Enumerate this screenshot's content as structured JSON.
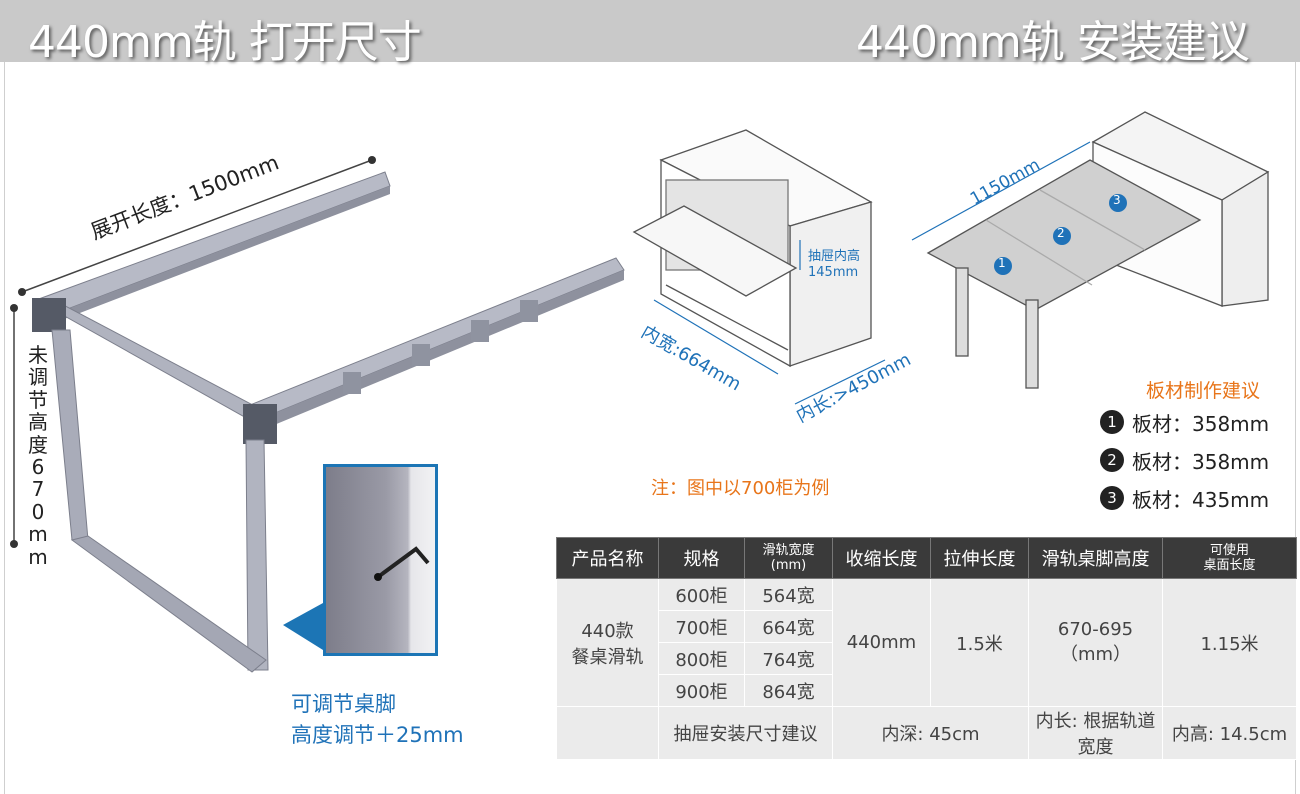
{
  "header": {
    "left_title": "440mm轨 打开尺寸",
    "right_title": "440mm轨 安装建议"
  },
  "left_diagram": {
    "expand_length": "展开长度：1500mm",
    "unadjusted_height_chars": [
      "未",
      "调",
      "节",
      "高",
      "度",
      "6",
      "7",
      "0",
      "m",
      "m"
    ],
    "adjustable_leg_title": "可调节桌脚",
    "adjustable_leg_range": "高度调节＋25mm"
  },
  "cabinet_diagram": {
    "drawer_height_label": "抽屉内高",
    "drawer_height_value": "145mm",
    "inner_width": "内宽:664mm",
    "inner_length": "内长:>450mm",
    "note": "注：图中以700柜为例"
  },
  "table_diagram": {
    "length": "1150mm",
    "markers": [
      "1",
      "2",
      "3"
    ]
  },
  "board_advice": {
    "title": "板材制作建议",
    "items": [
      {
        "num": "1",
        "text": "板材：358mm"
      },
      {
        "num": "2",
        "text": "板材：358mm"
      },
      {
        "num": "3",
        "text": "板材：435mm"
      }
    ]
  },
  "spec_table": {
    "headers": {
      "product": "产品名称",
      "spec": "规格",
      "rail_width": "滑轨宽度",
      "rail_width_unit": "(mm)",
      "retract": "收缩长度",
      "stretch": "拉伸长度",
      "leg_height": "滑轨桌脚高度",
      "usable": "可使用",
      "usable2": "桌面长度"
    },
    "product_name_line1": "440款",
    "product_name_line2": "餐桌滑轨",
    "rows": [
      {
        "spec": "600柜",
        "width": "564宽"
      },
      {
        "spec": "700柜",
        "width": "664宽"
      },
      {
        "spec": "800柜",
        "width": "764宽"
      },
      {
        "spec": "900柜",
        "width": "864宽"
      }
    ],
    "retract_value": "440mm",
    "stretch_value": "1.5米",
    "leg_height_value": "670-695",
    "leg_height_unit": "（mm）",
    "usable_value": "1.15米",
    "footer": {
      "label": "抽屉安装尺寸建议",
      "depth": "内深: 45cm",
      "length": "内长: 根据轨道宽度",
      "height": "内高: 14.5cm"
    }
  },
  "colors": {
    "accent_blue": "#1f72b8",
    "accent_orange": "#e8751a",
    "header_bg": "#c9c9c9",
    "table_head": "#3a3a3a"
  }
}
